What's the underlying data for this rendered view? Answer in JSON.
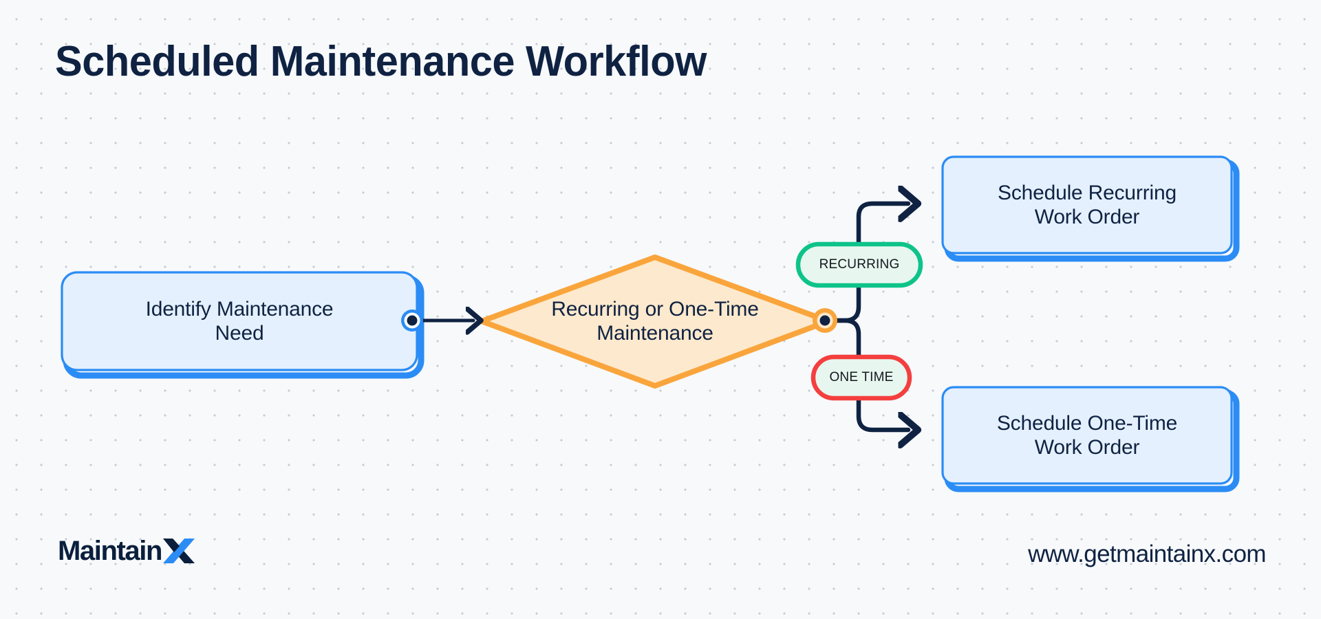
{
  "page": {
    "title": "Scheduled Maintenance Workflow",
    "background_color": "#f7f9fb",
    "dot_color": "#c7ccd4"
  },
  "nodes": {
    "start": {
      "label": "Identify Maintenance Need",
      "line1": "Identify Maintenance",
      "line2": "Need",
      "shape": "rounded-rect",
      "fill": "#e4f0fd",
      "border": "#2b8cf5"
    },
    "decision": {
      "label": "Recurring or One-Time Maintenance",
      "line1": "Recurring or One-Time",
      "line2": "Maintenance",
      "shape": "diamond",
      "fill": "#fde9cd",
      "border": "#f9a53c"
    },
    "recurring_outcome": {
      "label": "Schedule Recurring Work Order",
      "line1": "Schedule Recurring",
      "line2": "Work Order",
      "shape": "rounded-rect",
      "fill": "#e4f0fd",
      "border": "#2b8cf5"
    },
    "onetime_outcome": {
      "label": "Schedule One-Time Work Order",
      "line1": "Schedule One-Time",
      "line2": "Work Order",
      "shape": "rounded-rect",
      "fill": "#e4f0fd",
      "border": "#2b8cf5"
    }
  },
  "branch_labels": {
    "recurring": {
      "text": "RECURRING",
      "fill": "#e7f7ef",
      "border": "#0ec389"
    },
    "one_time": {
      "text": "ONE TIME",
      "fill": "#e7f7ef",
      "border": "#f43f3f"
    }
  },
  "connectors": {
    "line_color": "#0f2242",
    "start_handle_color": "#2b8cf5",
    "decision_handle_color": "#f9a53c"
  },
  "footer": {
    "logo_word": "Maintain",
    "logo_mark": "X",
    "logo_color_dark": "#0a1f3c",
    "logo_color_blue": "#2b8cf5",
    "url": "www.getmaintainx.com"
  }
}
